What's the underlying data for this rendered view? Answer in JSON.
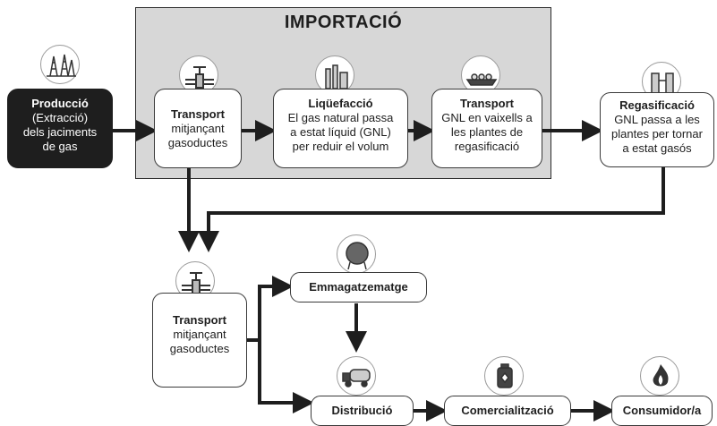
{
  "import_section": {
    "title": "IMPORTACIÓ"
  },
  "steps": {
    "produccio": {
      "title": "Producció",
      "l1": "(Extracció)",
      "l2": "dels jaciments",
      "l3": "de gas"
    },
    "transport1": {
      "title": "Transport",
      "l1": "mitjançant",
      "l2": "gasoductes"
    },
    "liquefaccio": {
      "title": "Liqüefacció",
      "l1": "El gas natural passa",
      "l2": "a estat líquid (GNL)",
      "l3": "per reduir el volum"
    },
    "transport2": {
      "title": "Transport",
      "l1": "GNL en vaixells a",
      "l2": "les plantes de",
      "l3": "regasificació"
    },
    "regasificacio": {
      "title": "Regasificació",
      "l1": "GNL passa a les",
      "l2": "plantes per tornar",
      "l3": "a estat gasós"
    },
    "transport3": {
      "title": "Transport",
      "l1": "mitjançant",
      "l2": "gasoductes"
    },
    "emmagatzematge": {
      "title": "Emmagatzematge"
    },
    "distribucio": {
      "title": "Distribució"
    },
    "comercialitzacio": {
      "title": "Comercialització"
    },
    "consumidor": {
      "title": "Consumidor/a"
    }
  },
  "icons": [
    "oil-rigs-icon",
    "pipeline-valve-icon",
    "liquefaction-plant-icon",
    "lng-tanker-ship-icon",
    "regasification-plant-icon",
    "pipeline-valve-icon",
    "storage-tank-icon",
    "delivery-truck-icon",
    "gas-cylinder-icon",
    "flame-icon"
  ]
}
